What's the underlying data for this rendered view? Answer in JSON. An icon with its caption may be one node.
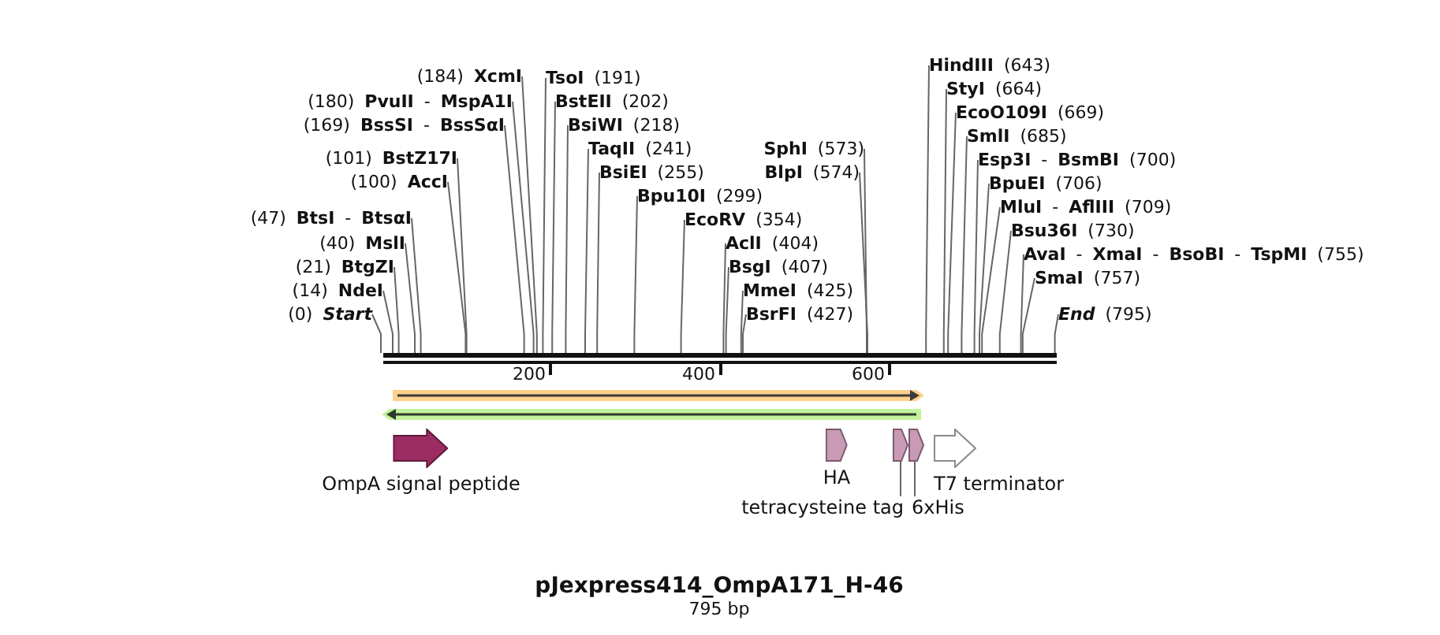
{
  "diagram": {
    "title": "pJexpress414_OmpA171_H-46",
    "caption": "795 bp",
    "nodes": [
      {
        "text": [
          "(184) **XcmI**"
        ]
      },
      {
        "text": [
          "(180) **PvuII** - **MspA1I**"
        ]
      },
      {
        "text": [
          "(169) **BssSI** - **BssSαI**"
        ]
      },
      {
        "text": [
          "(101) **BstZ17I**"
        ]
      },
      {
        "text": [
          "(100) **AccI**"
        ]
      },
      {
        "text": [
          "(47) **BtsI** - **BtsαI**"
        ]
      },
      {
        "text": [
          "(40) **MslI**"
        ]
      },
      {
        "text": [
          "(21) **BtgZI**"
        ]
      },
      {
        "text": [
          "(14) **NdeI**"
        ]
      },
      {
        "text": [
          "(0) **Start**"
        ]
      },
      {
        "text": [
          "**TsoI** (191)"
        ]
      },
      {
        "text": [
          "**BstEII** (202)"
        ]
      },
      {
        "text": [
          "**BsiWI** (218)"
        ]
      },
      {
        "text": [
          "**TaqII** (241)"
        ]
      },
      {
        "text": [
          "**BsiEI** (255)"
        ]
      },
      {
        "text": [
          "**Bpu10I** (299)"
        ]
      },
      {
        "text": [
          "**EcoRV** (354)"
        ]
      },
      {
        "text": [
          "**AclI** (404)"
        ]
      },
      {
        "text": [
          "**BsgI** (407)"
        ]
      },
      {
        "text": [
          "**MmeI** (425)"
        ]
      },
      {
        "text": [
          "**BsrFI** (427)"
        ]
      },
      {
        "text": [
          "**SphI** (573)"
        ]
      },
      {
        "text": [
          "**BlpI** (574)"
        ]
      },
      {
        "text": [
          "**HindIII** (643)"
        ]
      },
      {
        "text": [
          "**StyI** (664)"
        ]
      },
      {
        "text": [
          "**EcoO109I** (669)"
        ]
      },
      {
        "text": [
          "**SmlI** (685)"
        ]
      },
      {
        "text": [
          "**Esp3I** - **BsmBI** (700)"
        ]
      },
      {
        "text": [
          "**BpuEI** (706)"
        ]
      },
      {
        "text": [
          "**MluI** - **AflIII** (709)"
        ]
      },
      {
        "text": [
          "**Bsu36I** (730)"
        ]
      },
      {
        "text": [
          "**AvaI** - **XmaI** - **BsoBI** - **TspMI** (755)"
        ]
      },
      {
        "text": [
          "**SmaI** (757)"
        ]
      },
      {
        "text": [
          "**End** (795)"
        ]
      },
      {
        "text": [],
        "shape": "bar"
      },
      {
        "text": [],
        "shape": "bar"
      },
      {
        "text": [],
        "shape": "bar"
      },
      {
        "text": [
          "OmpA signal peptide"
        ]
      },
      {
        "text": [
          "HA"
        ]
      },
      {
        "text": [],
        "shape": "pentagon"
      },
      {
        "text": [],
        "shape": "pentagon"
      },
      {
        "text": [
          "T7 terminator"
        ]
      },
      {
        "text": [
          "tetracysteine tag"
        ]
      },
      {
        "text": [
          "6xHis"
        ]
      }
    ],
    "edges": [
      {
        "from": 0,
        "to": 34,
        "arrow": "none"
      },
      {
        "from": 1,
        "to": 34,
        "arrow": "none"
      },
      {
        "from": 2,
        "to": 34,
        "arrow": "none"
      },
      {
        "from": 3,
        "to": 34,
        "arrow": "none"
      },
      {
        "from": 4,
        "to": 34,
        "arrow": "none"
      },
      {
        "from": 5,
        "to": 34,
        "arrow": "none"
      },
      {
        "from": 6,
        "to": 34,
        "arrow": "none"
      },
      {
        "from": 7,
        "to": 34,
        "arrow": "none"
      },
      {
        "from": 8,
        "to": 34,
        "arrow": "none"
      },
      {
        "from": 9,
        "to": 34,
        "arrow": "none"
      },
      {
        "from": 10,
        "to": 34,
        "arrow": "none"
      },
      {
        "from": 11,
        "to": 34,
        "arrow": "none"
      },
      {
        "from": 12,
        "to": 34,
        "arrow": "none"
      },
      {
        "from": 13,
        "to": 34,
        "arrow": "none"
      },
      {
        "from": 14,
        "to": 34,
        "arrow": "none"
      },
      {
        "from": 15,
        "to": 34,
        "arrow": "none"
      },
      {
        "from": 16,
        "to": 34,
        "arrow": "none"
      },
      {
        "from": 17,
        "to": 34,
        "arrow": "none"
      },
      {
        "from": 18,
        "to": 34,
        "arrow": "none"
      },
      {
        "from": 19,
        "to": 34,
        "arrow": "none"
      },
      {
        "from": 20,
        "to": 34,
        "arrow": "none"
      },
      {
        "from": 21,
        "to": 34,
        "arrow": "none"
      },
      {
        "from": 22,
        "to": 34,
        "arrow": "none"
      },
      {
        "from": 23,
        "to": 34,
        "arrow": "none"
      },
      {
        "from": 24,
        "to": 34,
        "arrow": "none"
      },
      {
        "from": 25,
        "to": 34,
        "arrow": "none"
      },
      {
        "from": 26,
        "to": 34,
        "arrow": "none"
      },
      {
        "from": 27,
        "to": 34,
        "arrow": "none"
      },
      {
        "from": 28,
        "to": 34,
        "arrow": "none"
      },
      {
        "from": 29,
        "to": 34,
        "arrow": "none"
      },
      {
        "from": 30,
        "to": 34,
        "arrow": "none"
      },
      {
        "from": 31,
        "to": 34,
        "arrow": "none"
      },
      {
        "from": 32,
        "to": 34,
        "arrow": "none"
      },
      {
        "from": 33,
        "to": 34,
        "arrow": "none"
      },
      {
        "from": 42,
        "to": 39,
        "arrow": "none"
      },
      {
        "from": 43,
        "to": 40,
        "arrow": "none"
      }
    ],
    "labels": [
      "200",
      "400",
      "600"
    ]
  }
}
